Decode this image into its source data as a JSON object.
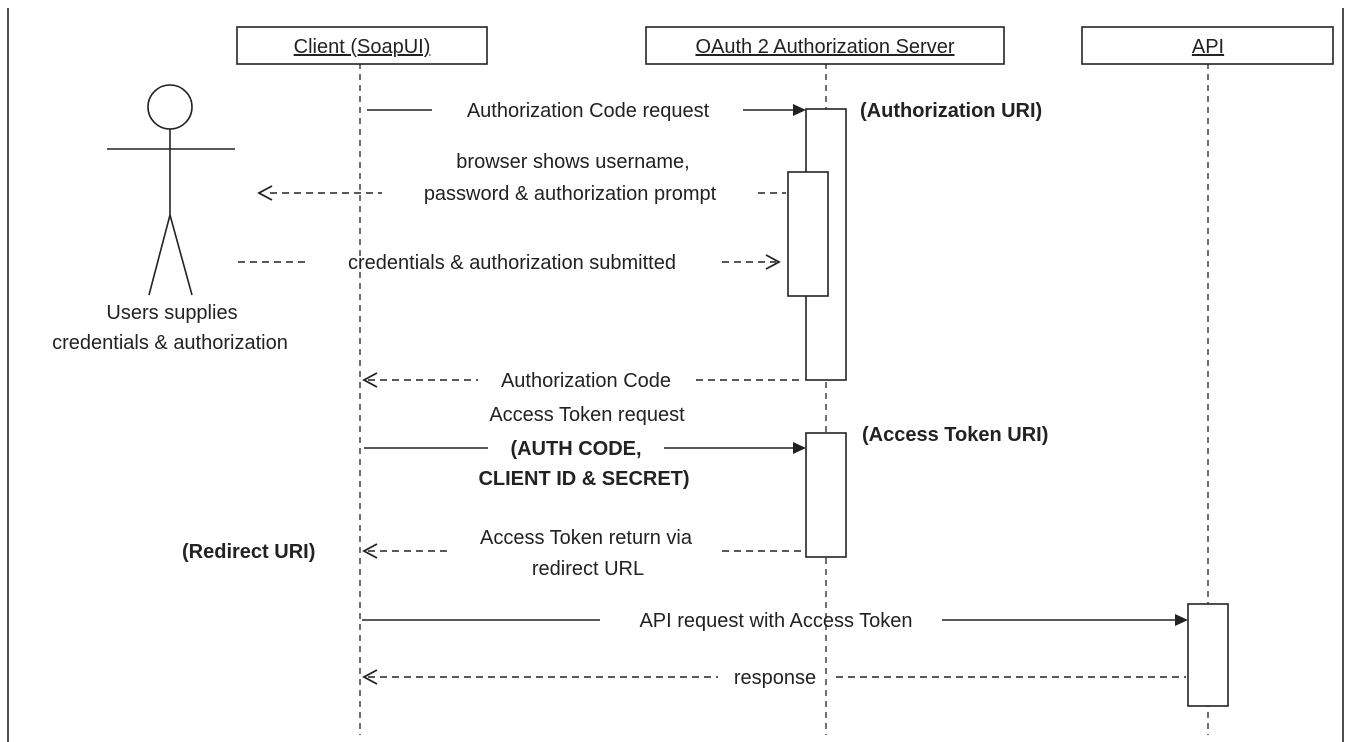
{
  "participants": {
    "client": "Client (SoapUI)",
    "auth_server": "OAuth 2 Authorization Server",
    "api": "API"
  },
  "actor": {
    "caption_line1": "Users supplies",
    "caption_line2": "credentials & authorization"
  },
  "notes": {
    "authorization_uri": "(Authorization URI)",
    "access_token_uri": "(Access Token URI)",
    "redirect_uri": "(Redirect URI)"
  },
  "messages": {
    "auth_code_request": "Authorization Code request",
    "browser_prompt_line1": "browser shows username,",
    "browser_prompt_line2": "password & authorization prompt",
    "credentials_submitted": "credentials & authorization submitted",
    "authorization_code": "Authorization Code",
    "token_request_line1": "Access Token request",
    "token_request_line2": "(AUTH CODE,",
    "token_request_line3": "CLIENT ID & SECRET)",
    "token_return_line1": "Access Token return via",
    "token_return_line2": "redirect URL",
    "api_request": "API request with Access Token",
    "response": "response"
  }
}
